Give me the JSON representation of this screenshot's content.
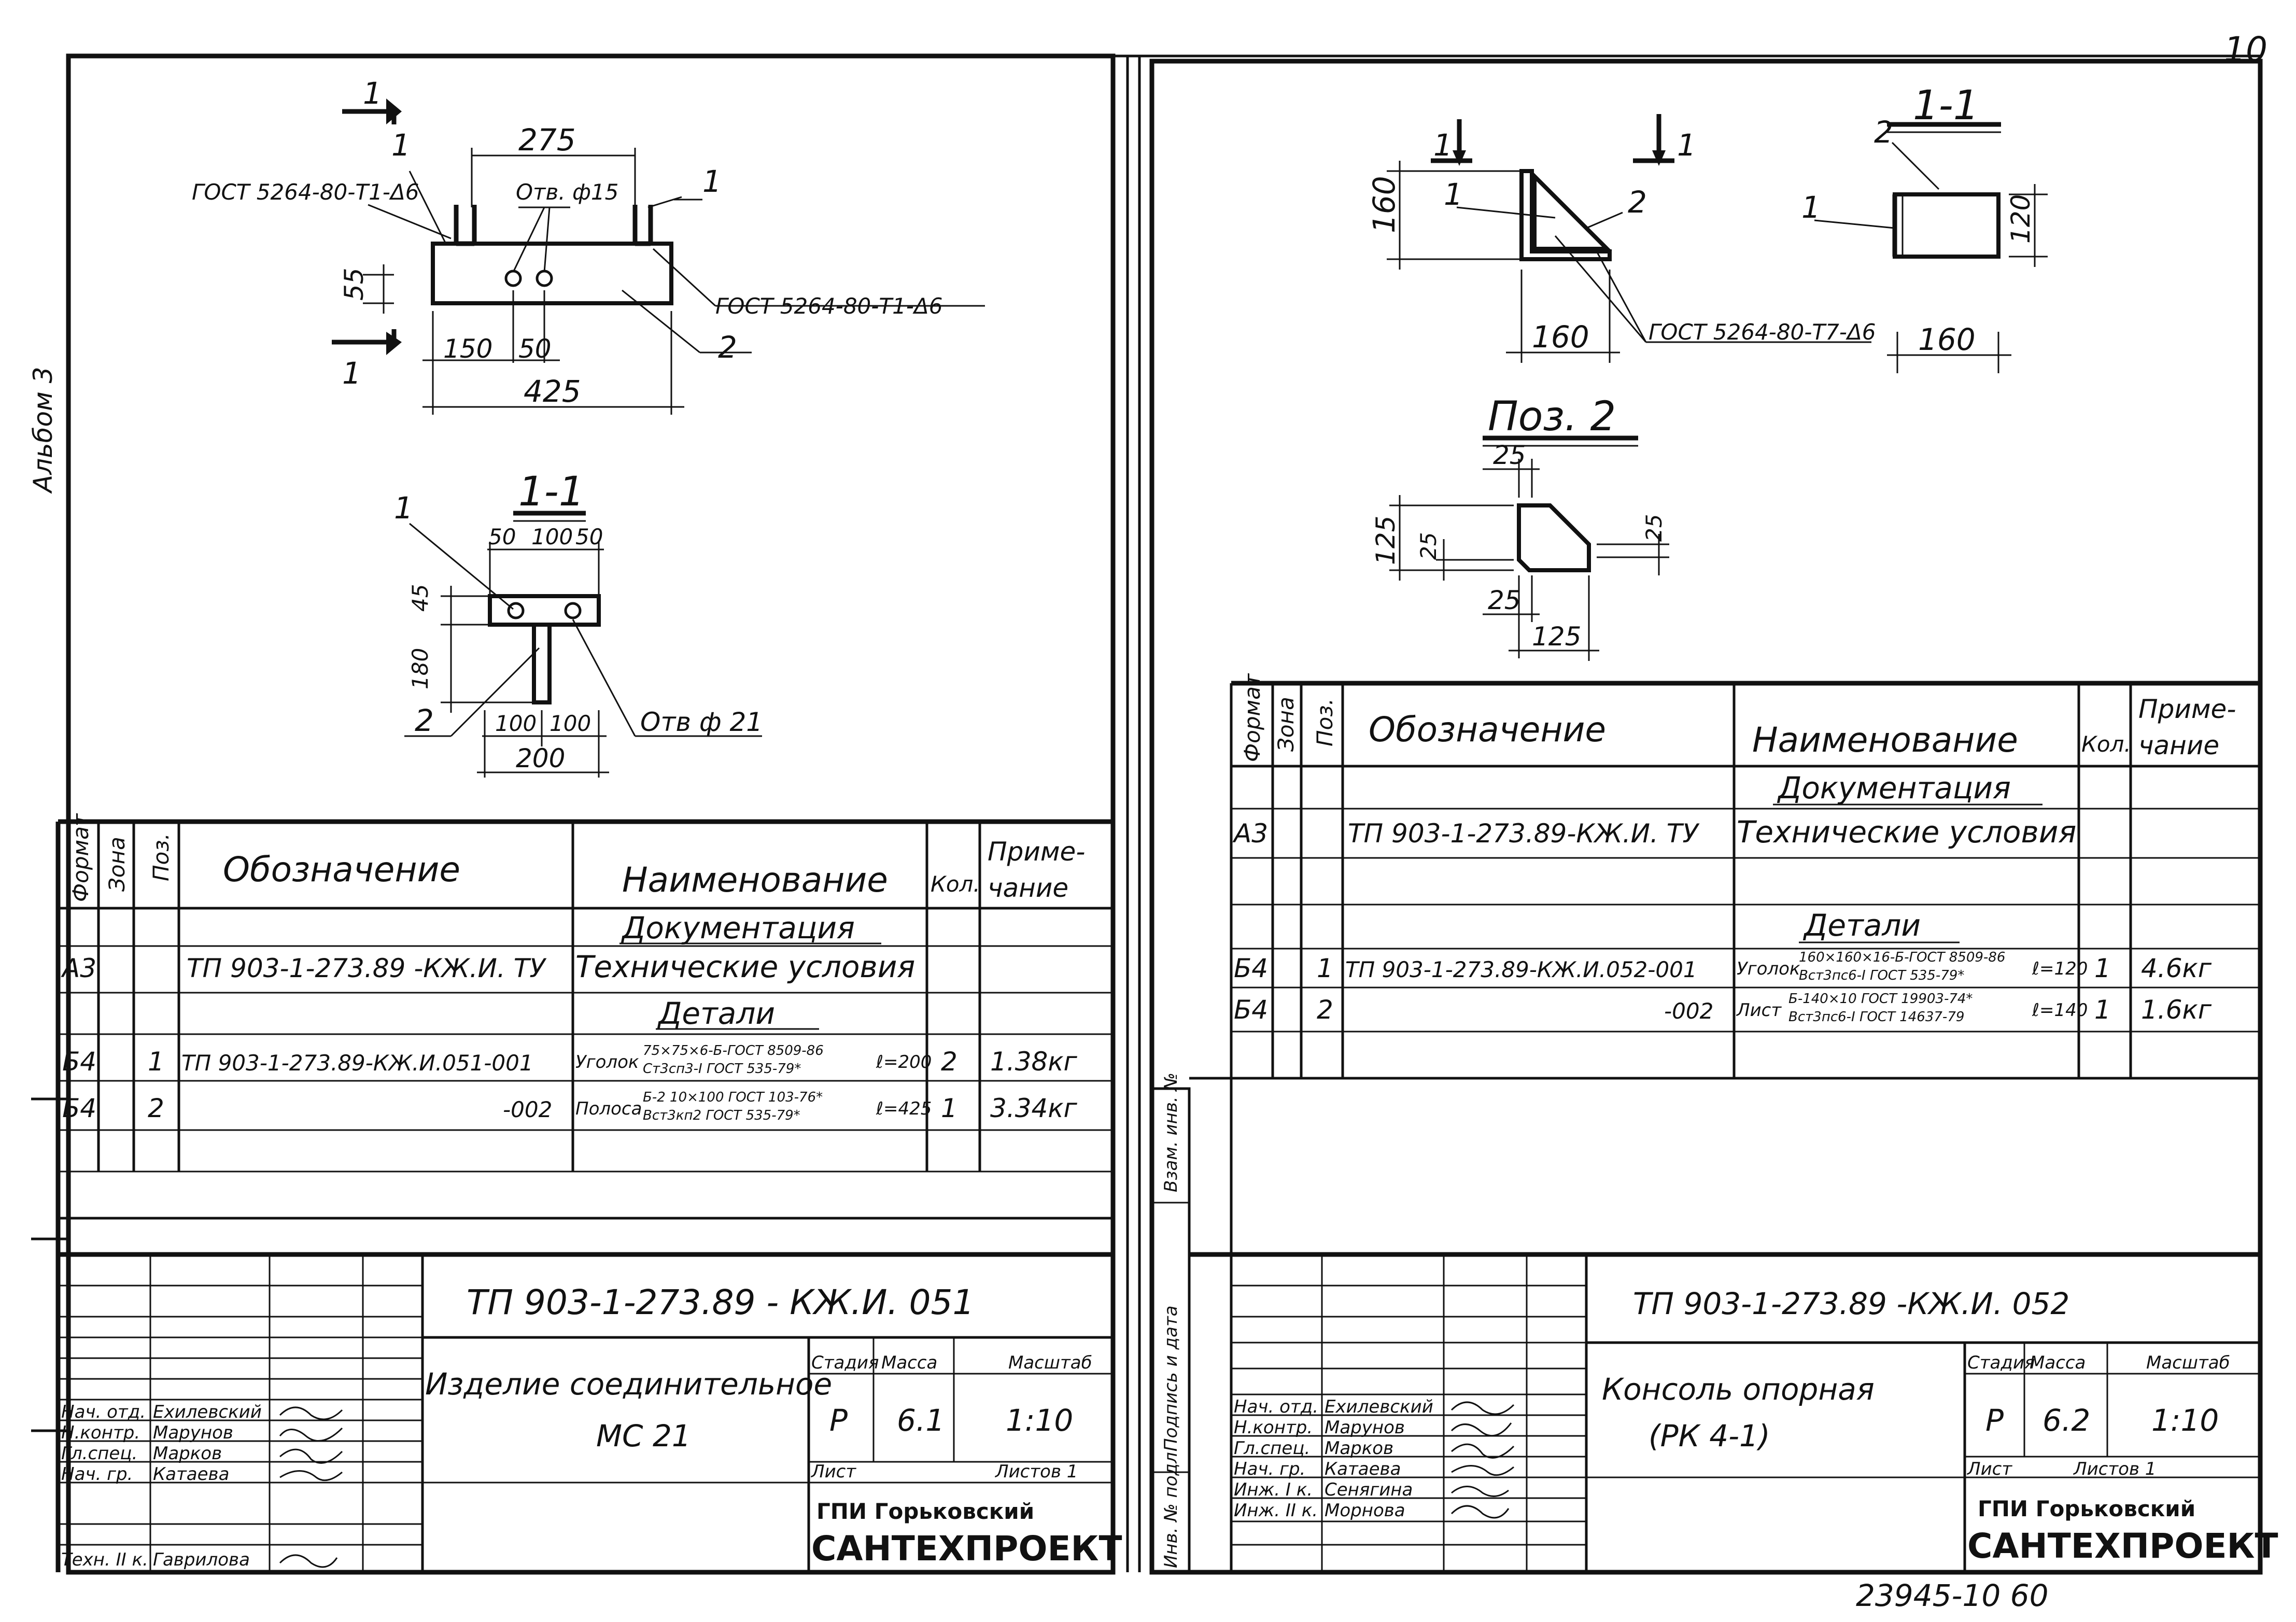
{
  "page_number": "10",
  "stamp_number": "23945-10  60",
  "binding_margin_text": "Альбом 3",
  "side_stamp": {
    "c1": "Инв. № подл.",
    "c2": "Подпись и дата",
    "c3": "Взам. инв. №"
  },
  "left": {
    "drawing": {
      "section_mark": "1",
      "gost_1": "ГОСТ 5264-80-Т1-Δ6",
      "gost_2": "ГОСТ 5264-80-Т1-Δ6",
      "hole_label": "Отв. ф15",
      "pos1": "1",
      "pos2": "2",
      "dim_275": "275",
      "dim_55": "55",
      "dim_150": "150",
      "dim_50": "50",
      "dim_425": "425",
      "section_title": "1-1",
      "s_dim_50a": "50",
      "s_dim_100": "100",
      "s_dim_50b": "50",
      "s_dim_45": "45",
      "s_dim_180": "180",
      "s_dim_100a": "100",
      "s_dim_100b": "100",
      "s_dim_200": "200",
      "s_hole": "Отв ф 21",
      "s_pos1": "1",
      "s_pos2": "2"
    },
    "spec": {
      "headers": [
        "Формат",
        "Зона",
        "Поз.",
        "Обозначение",
        "Наименование",
        "Кол.",
        "Приме-",
        "чание"
      ],
      "doc_section": "Документация",
      "doc_row": {
        "format": "А3",
        "designation": "ТП 903-1-273.89 -КЖ.И. ТУ",
        "name": "Технические условия"
      },
      "details_section": "Детали",
      "rows": [
        {
          "format": "Б4",
          "pos": "1",
          "designation": "ТП 903-1-273.89-КЖ.И.051-001",
          "name": "Уголок",
          "name_top": "75×75×6-Б-ГОСТ 8509-86",
          "name_bottom": "Ст3сп3-I ГОСТ 535-79*",
          "length": "ℓ=200",
          "qty": "2",
          "note": "1.38кг"
        },
        {
          "format": "Б4",
          "pos": "2",
          "designation": "-002",
          "name": "Полоса",
          "name_top": "Б-2 10×100 ГОСТ 103-76*",
          "name_bottom": "Вст3кп2 ГОСТ 535-79*",
          "length": "ℓ=425",
          "qty": "1",
          "note": "3.34кг"
        }
      ]
    },
    "title_block": {
      "code": "ТП 903-1-273.89 - КЖ.И. 051",
      "name_line1": "Изделие соединительное",
      "name_line2": "МС 21",
      "stage_label": "Стадия",
      "mass_label": "Масса",
      "scale_label": "Масштаб",
      "stage": "Р",
      "mass": "6.1",
      "scale": "1:10",
      "sheet_label": "Лист",
      "sheets_label": "Листов 1",
      "org_line1": "ГПИ Горьковский",
      "org_line2": "САНТЕХПРОЕКТ",
      "signers": [
        {
          "role": "Нач. отд.",
          "name": "Ехилевский"
        },
        {
          "role": "Н.контр.",
          "name": "Марунов"
        },
        {
          "role": "Гл.спец.",
          "name": "Марков"
        },
        {
          "role": "Нач. гр.",
          "name": "Катаева"
        },
        {
          "role": "",
          "name": ""
        },
        {
          "role": "Техн. II к.",
          "name": "Гаврилова"
        }
      ]
    }
  },
  "right": {
    "drawing": {
      "sec_mark_a": "1",
      "sec_mark_b": "1",
      "pos1": "1",
      "pos2": "2",
      "dim_160v": "160",
      "dim_160h": "160",
      "gost": "ГОСТ 5264-80-Т7-Δ6",
      "section_title": "1-1",
      "s_pos1": "1",
      "s_pos2": "2",
      "s_dim_120": "120",
      "s_dim_160": "160",
      "poz_title": "Поз. 2",
      "p_dim_25a": "25",
      "p_dim_125v": "125",
      "p_dim_25b": "25",
      "p_dim_25c": "25",
      "p_dim_25d": "25",
      "p_dim_125h": "125"
    },
    "spec": {
      "headers": [
        "Формат",
        "Зона",
        "Поз.",
        "Обозначение",
        "Наименование",
        "Кол.",
        "Приме-",
        "чание"
      ],
      "doc_section": "Документация",
      "doc_row": {
        "format": "А3",
        "designation": "ТП 903-1-273.89-КЖ.И. ТУ",
        "name": "Технические условия"
      },
      "details_section": "Детали",
      "rows": [
        {
          "format": "Б4",
          "pos": "1",
          "designation": "ТП 903-1-273.89-КЖ.И.052-001",
          "name": "Уголок",
          "name_top": "160×160×16-Б-ГОСТ 8509-86",
          "name_bottom": "Вст3пс6-I ГОСТ 535-79*",
          "length": "ℓ=120",
          "qty": "1",
          "note": "4.6кг"
        },
        {
          "format": "Б4",
          "pos": "2",
          "designation": "-002",
          "name": "Лист",
          "name_top": "Б-140×10 ГОСТ 19903-74*",
          "name_bottom": "Вст3пс6-I ГОСТ 14637-79",
          "length": "ℓ=140",
          "qty": "1",
          "note": "1.6кг"
        }
      ]
    },
    "title_block": {
      "code": "ТП 903-1-273.89 -КЖ.И. 052",
      "name_line1": "Консоль опорная",
      "name_line2": "(РК 4-1)",
      "stage_label": "Стадия",
      "mass_label": "Масса",
      "scale_label": "Масштаб",
      "stage": "Р",
      "mass": "6.2",
      "scale": "1:10",
      "sheet_label": "Лист",
      "sheets_label": "Листов 1",
      "org_line1": "ГПИ Горьковский",
      "org_line2": "САНТЕХПРОЕКТ",
      "signers": [
        {
          "role": "Нач. отд.",
          "name": "Ехилевский"
        },
        {
          "role": "Н.контр.",
          "name": "Марунов"
        },
        {
          "role": "Гл.спец.",
          "name": "Марков"
        },
        {
          "role": "Нач. гр.",
          "name": "Катаева"
        },
        {
          "role": "Инж. I к.",
          "name": "Сенягина"
        },
        {
          "role": "Инж. II к.",
          "name": "Морнова"
        }
      ]
    }
  }
}
